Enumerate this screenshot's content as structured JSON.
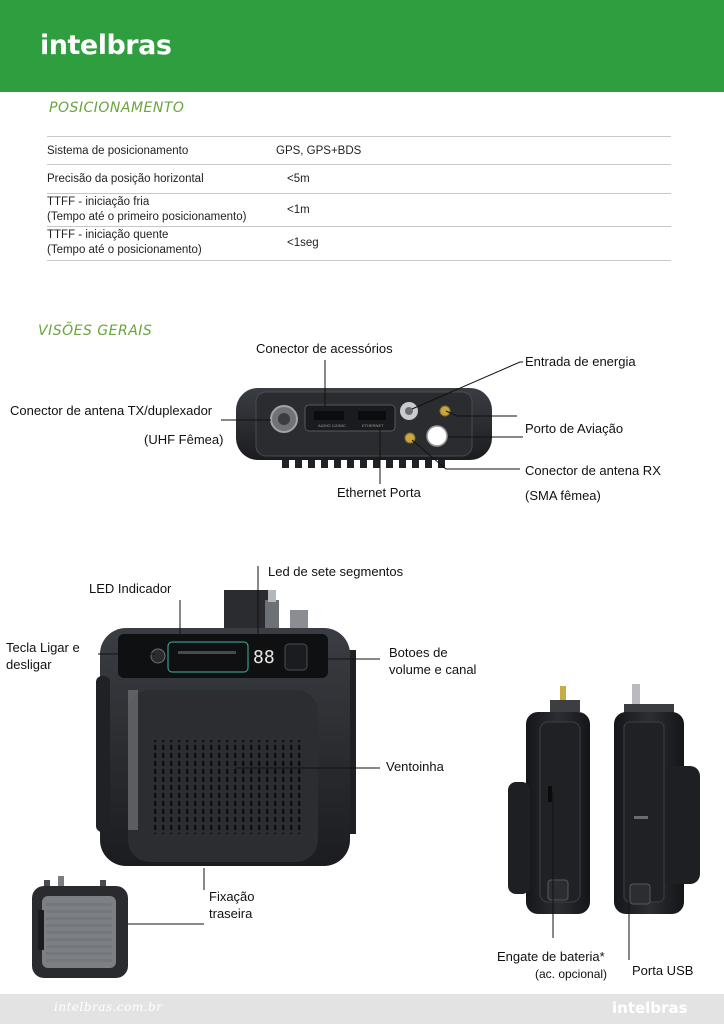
{
  "header": {
    "brand": "intelbras",
    "brand_color": "#2e9e3e"
  },
  "positioning": {
    "title": "POSICIONAMENTO",
    "rows": [
      {
        "label_lines": [
          "Sistema de posicionamento"
        ],
        "value": "GPS, GPS+BDS"
      },
      {
        "label_lines": [
          "Precisão da posição horizontal"
        ],
        "value": "<5m"
      },
      {
        "label_lines": [
          "TTFF - iniciação fria",
          "(Tempo até o primeiro posicionamento)"
        ],
        "value": "<1m"
      },
      {
        "label_lines": [
          "TTFF - iniciação quente",
          "(Tempo até o posicionamento)"
        ],
        "value": "<1seg"
      }
    ]
  },
  "overview": {
    "title": "VISÕES GERAIS",
    "top_view": {
      "accessory_connector": "Conector de acessórios",
      "power_input": "Entrada de energia",
      "tx_antenna": "Conector de antena TX/duplexador",
      "tx_antenna_type": "(UHF Fêmea)",
      "aviation_port": "Porto de Aviação",
      "rx_antenna": "Conector de antena RX",
      "rx_antenna_type": "(SMA fêmea)",
      "ethernet_port": "Ethernet Porta",
      "panel_text_left": "AUDIO 1/2/MIC",
      "panel_text_right": "ETHERNET"
    },
    "front_view": {
      "led_indicator": "LED Indicador",
      "seven_segment": "Led de sete segmentos",
      "power_key_line1": "Tecla Ligar e",
      "power_key_line2": "desligar",
      "buttons_line1": "Botoes de",
      "buttons_line2": "volume e canal",
      "fan": "Ventoinha",
      "rear_mount_line1": "Fixação",
      "rear_mount_line2": "traseira",
      "display_value": "88"
    },
    "side_view": {
      "battery_latch": "Engate de bateria*",
      "battery_note": "(ac. opcional)",
      "usb_port": "Porta USB"
    }
  },
  "footer": {
    "url": "intelbras.com.br",
    "brand": "intelbras"
  }
}
